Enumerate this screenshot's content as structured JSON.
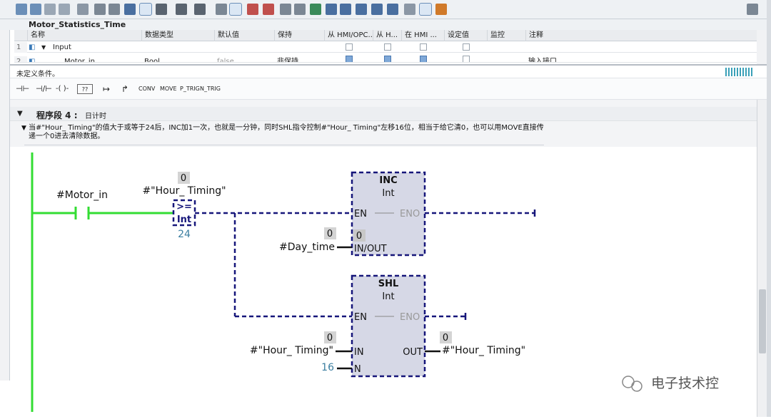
{
  "interface": {
    "block_name": "Motor_Statistics_Time",
    "columns": [
      "名称",
      "数据类型",
      "默认值",
      "保持",
      "从 HMI/OPC...",
      "从 H...",
      "在 HMI ...",
      "设定值",
      "监控",
      "注释"
    ],
    "rows": [
      {
        "num": "1",
        "name": "Input",
        "type": "",
        "default": "",
        "retain": "",
        "comment": ""
      },
      {
        "num": "2",
        "name": "Motor_in",
        "type": "Bool",
        "default": "false",
        "retain": "非保持",
        "comment": "输入接口"
      }
    ]
  },
  "condition_bar": {
    "text": "未定义条件。"
  },
  "instruction_bar": {
    "items": [
      "⊣⊢",
      "⊣/⊢",
      "-( )-",
      "??",
      "↦",
      "↱",
      "CONV",
      "MOVE",
      "P_TRIG",
      "N_TRIG"
    ]
  },
  "network": {
    "label": "程序段 4 :",
    "title": "日计时",
    "comment": "当#\"Hour_ Timing\"的值大于或等于24后，INC加1一次，也就是一分钟，同时SHL指令控制#\"Hour_ Timing\"左移16位，相当于给它清0，也可以用MOVE直接传递一个0进去清除数据。"
  },
  "ladder": {
    "contact_tag": "#Motor_in",
    "compare_tag": "#\"Hour_ Timing\"",
    "compare_value_box": "0",
    "compare_op": ">=",
    "compare_type": "Int",
    "compare_operand2": "24",
    "inc_block": {
      "name": "INC",
      "type": "Int",
      "en": "EN",
      "eno": "ENO",
      "inout_label": "IN/OUT",
      "inout_box": "0",
      "inout_pin_value": "0",
      "inout_tag": "#Day_time"
    },
    "shl_block": {
      "name": "SHL",
      "type": "Int",
      "en": "EN",
      "eno": "ENO",
      "in_label": "IN",
      "in_box": "0",
      "in_tag": "#\"Hour_ Timing\"",
      "n_label": "N",
      "n_value": "16",
      "out_label": "OUT",
      "out_box": "0",
      "out_tag": "#\"Hour_ Timing\""
    }
  },
  "watermark": "电子技术控",
  "colors": {
    "power_rail": "#33dd33",
    "dashed_flow": "#16167a",
    "block_fill": "#d6d8e6",
    "operand_blue": "#3b7ea0"
  }
}
